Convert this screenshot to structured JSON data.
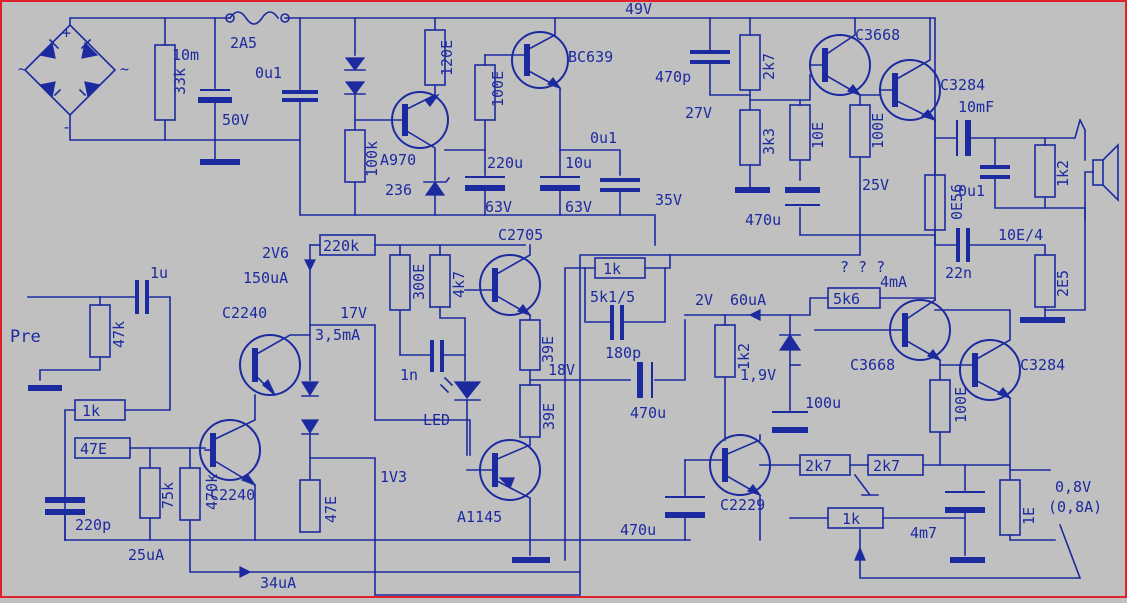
{
  "rails": {
    "top": "49V"
  },
  "power": {
    "fuse": "2A5",
    "bleeder": "33k",
    "cap_main": "10m",
    "cap_main_v": "50V",
    "cap_decouple": "0u1"
  },
  "reg": {
    "r_top": "120E",
    "r_zener": "100k",
    "q_pnp": "A970",
    "zener": "236",
    "r_base": "100E",
    "q_npn": "BC639",
    "c1": "220u",
    "c1v": "63V",
    "c2": "10u",
    "c2v": "63V",
    "c3": "0u1",
    "out_v": "35V"
  },
  "driver_upper": {
    "c_comp": "470p",
    "r_a": "2k7",
    "v_mid": "27V",
    "r_b": "3k3",
    "r_e": "10E",
    "c_boot": "470u",
    "r_out": "100E",
    "q_drv": "C3668",
    "q_out": "C3284",
    "v_out": "25V",
    "r_emit": "0E56"
  },
  "output": {
    "c_couple": "10mF",
    "c_zobel": "0u1",
    "r_zobel": "1k2",
    "c_ring": "22n",
    "r_ring_label": "10E/4",
    "r_ring": "2E5"
  },
  "input": {
    "label": "Pre",
    "c_in": "1u",
    "r_in": "47k",
    "r_ser": "1k",
    "r_e": "47E",
    "c_filt": "220p",
    "r_bias": "75k",
    "r_fb": "470k",
    "q_a": "C2240",
    "q_b": "C2240",
    "i_bias": "25uA",
    "i_fb": "34uA",
    "v_top": "2V6",
    "i_top": "150uA",
    "r_load": "220k",
    "v_mid": "17V",
    "i_mid": "3,5mA",
    "r_diode_e": "47E",
    "v_low": "1V3"
  },
  "vas": {
    "r1": "300E",
    "r2": "4k7",
    "c_miller": "1n",
    "led": "LED",
    "q_upper": "C2705",
    "q_lower": "A1145",
    "r_e1": "39E",
    "r_e2": "39E",
    "v_center": "18V"
  },
  "fb_net": {
    "r_fb": "1k",
    "r_fb_label": "5k1/5",
    "c_fb": "180p",
    "c_out": "470u"
  },
  "servo": {
    "v_ref": "2V",
    "i_ref": "60uA",
    "r_ref": "1k2",
    "v_zen": "1,9V",
    "c_zen": "100u",
    "q_servo": "C2229",
    "c_servo": "470u",
    "r_s1": "2k7",
    "r_s2": "2k7",
    "pot": "1k",
    "c_shunt": "4m7",
    "r_shunt": "1E",
    "q_drv": "C3668",
    "q_out": "C3284",
    "r_e": "100E",
    "r_bias": "5k6",
    "i_bias": "4mA",
    "unknown": "? ? ?",
    "v_sense": "0,8V",
    "i_sense": "(0,8A)"
  }
}
